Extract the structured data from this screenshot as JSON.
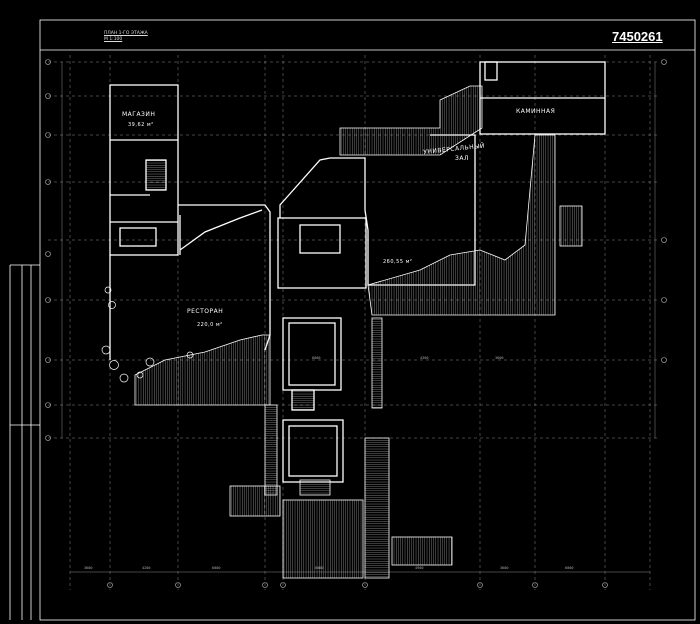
{
  "drawing": {
    "id": "7450261",
    "title_line1": "ПЛАН 1-ГО ЭТАЖА",
    "title_line2": "М 1:100"
  },
  "rooms": {
    "shop": {
      "name": "МАГАЗИН",
      "area": "39,62 м²"
    },
    "fireplace": {
      "name": "КАМИННАЯ"
    },
    "hall": {
      "name_line1": "УНИВЕРСАЛЬНЫЙ",
      "name_line2": "ЗАЛ",
      "area": "260,55 м²"
    },
    "restaurant": {
      "name": "РЕСТОРАН",
      "area": "220,0 м²"
    }
  },
  "dimensions": {
    "bottom": [
      "3600",
      "4200",
      "6000",
      "6000",
      "4900",
      "3600",
      "6000",
      "6000",
      "4300",
      "3600"
    ]
  },
  "colors": {
    "background": "#000000",
    "lines": "#ffffff",
    "grid": "#9a9a9a"
  }
}
